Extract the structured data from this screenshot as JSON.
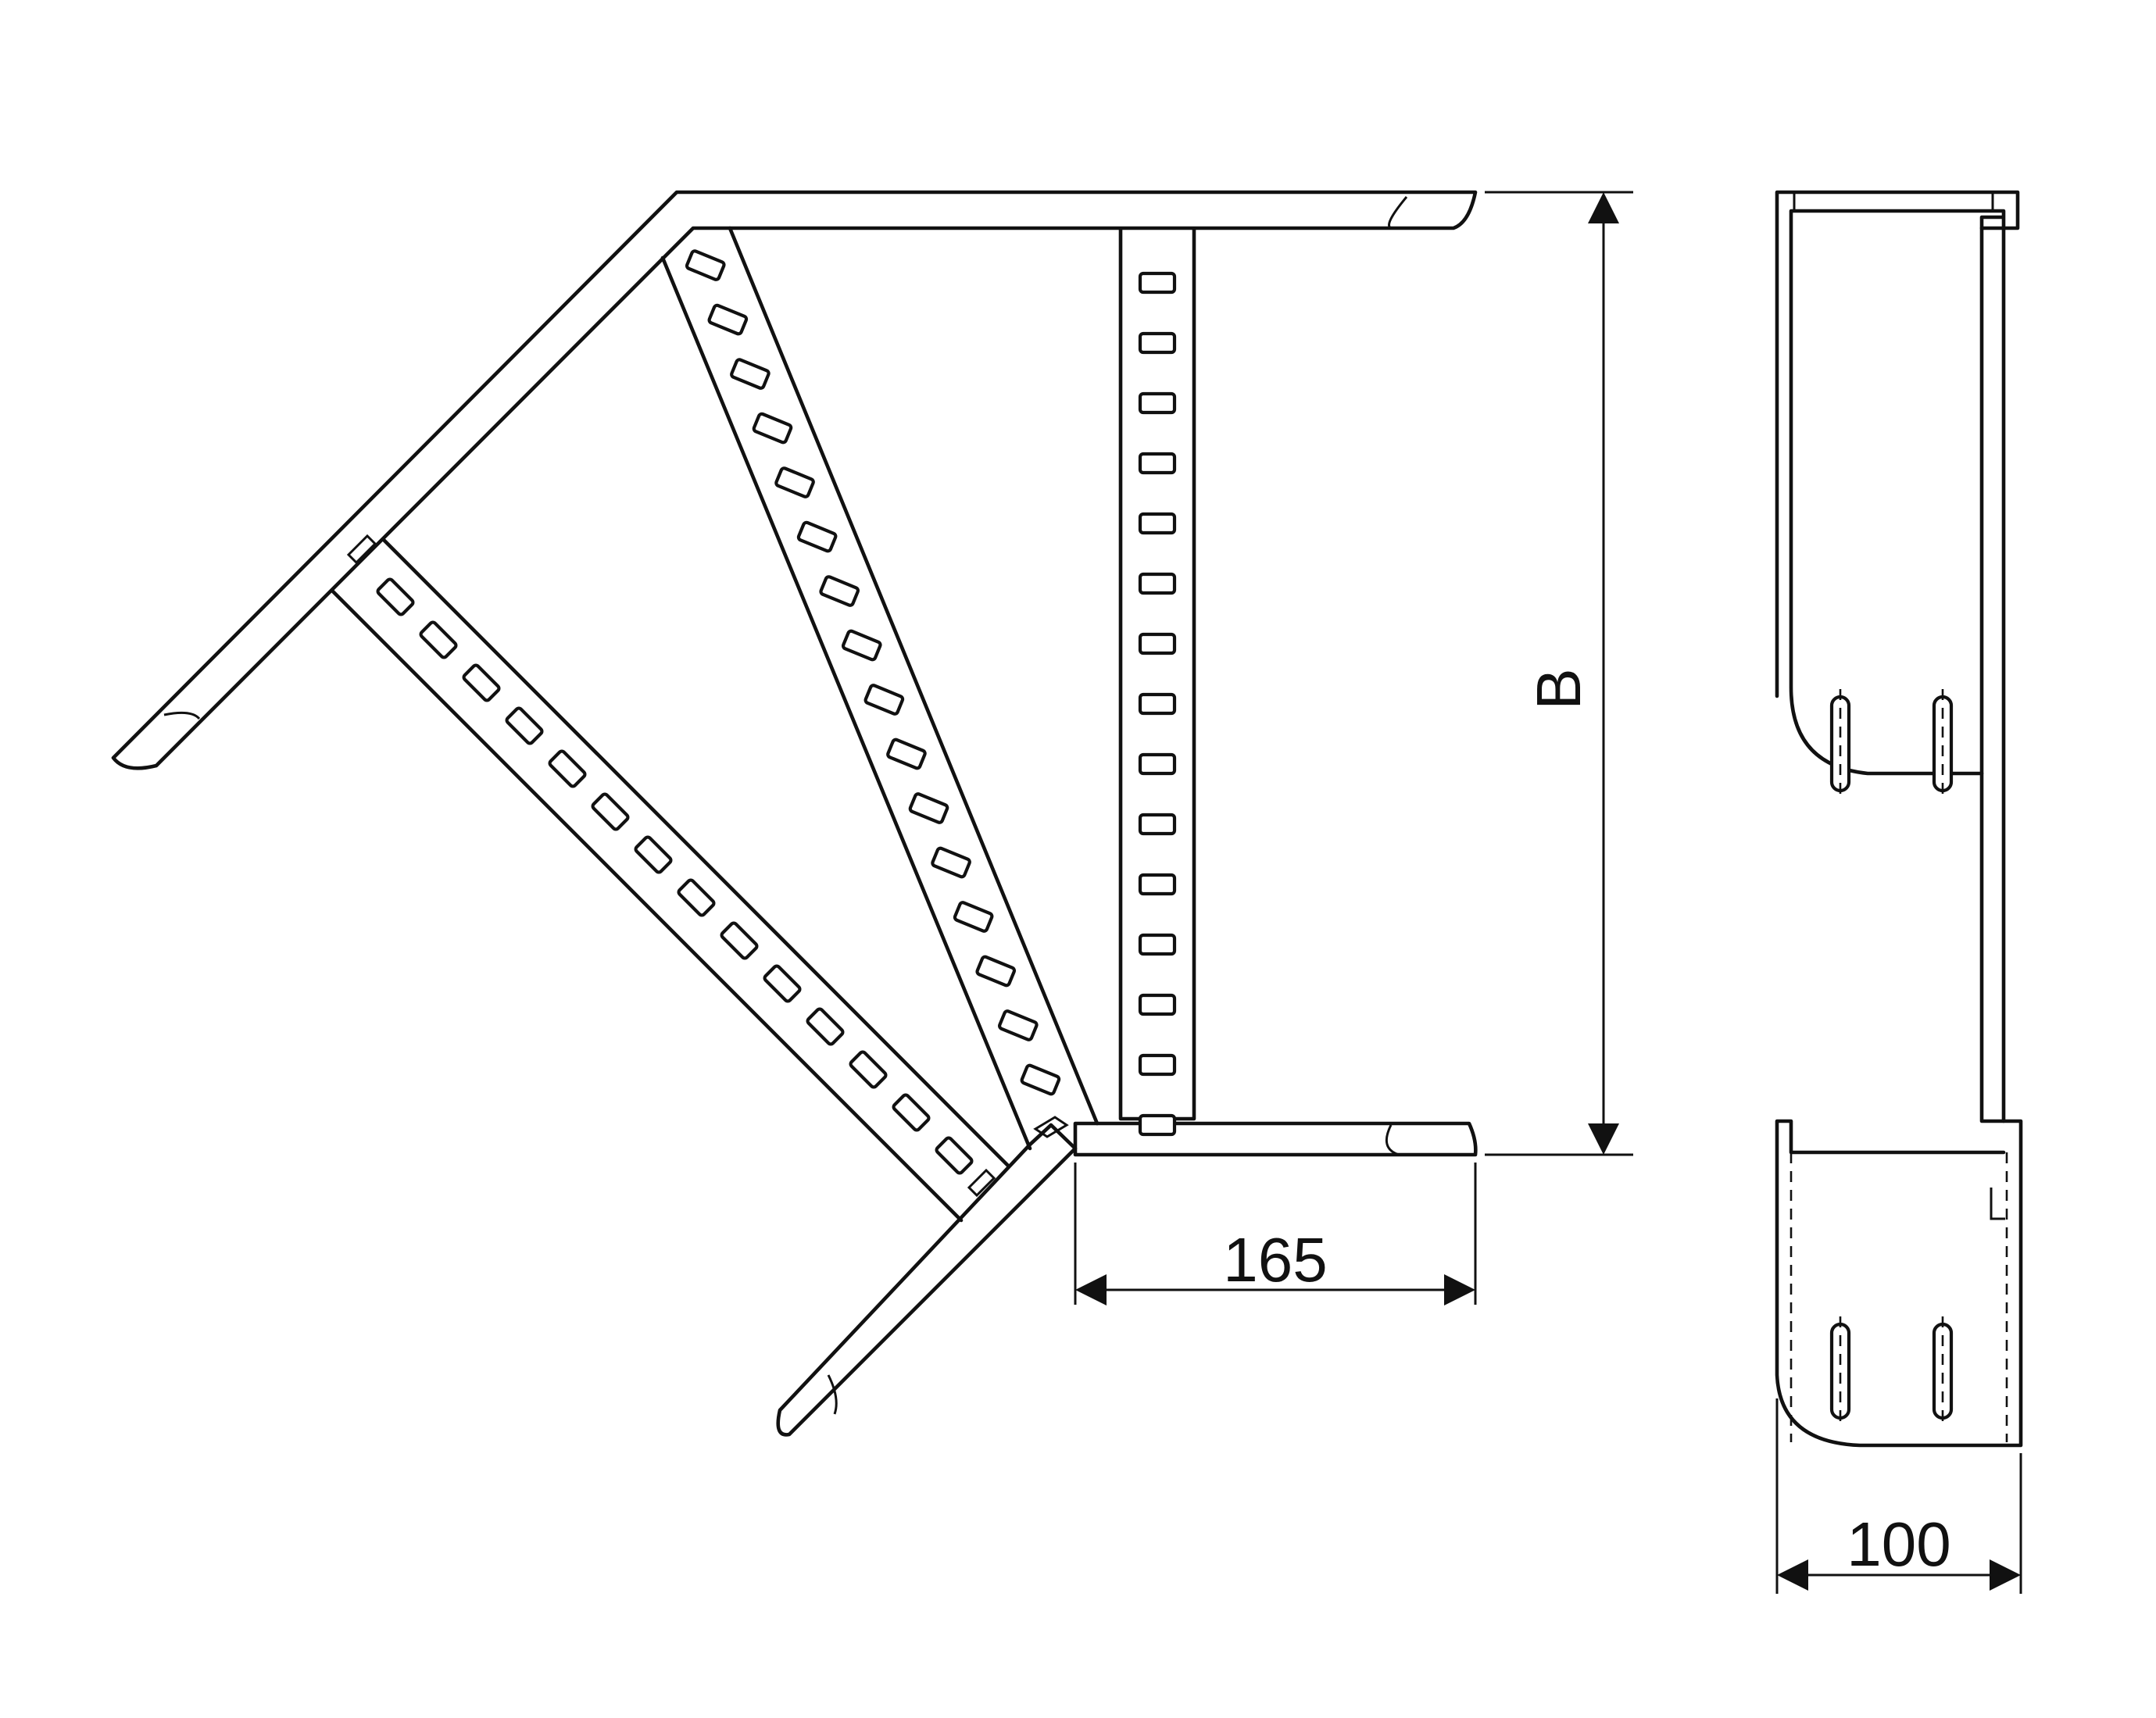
{
  "dimensions": {
    "width_label": "165",
    "height_label": "B",
    "depth_label": "100"
  },
  "colors": {
    "stroke": "#111111",
    "background": "#ffffff"
  }
}
